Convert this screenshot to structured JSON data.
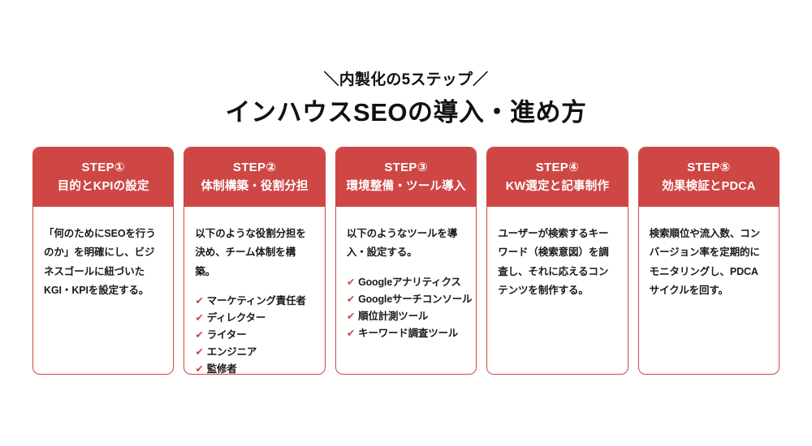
{
  "header": {
    "eyebrow": "＼内製化の5ステップ／",
    "title": "インハウスSEOの導入・進め方"
  },
  "theme": {
    "accent": "#CE4745",
    "text": "#1a1a1a",
    "background": "#ffffff",
    "header_text": "#ffffff"
  },
  "check_icon": "✔",
  "cards": [
    {
      "step": "STEP①",
      "subtitle": "目的とKPIの設定",
      "description": "「何のためにSEOを行うのか」を明確にし、ビジネスゴールに紐づいたKGI・KPIを設定する。",
      "items": []
    },
    {
      "step": "STEP②",
      "subtitle": "体制構築・役割分担",
      "description": "以下のような役割分担を決め、チーム体制を構築。",
      "items": [
        "マーケティング責任者",
        "ディレクター",
        "ライター",
        "エンジニア",
        "監修者"
      ]
    },
    {
      "step": "STEP③",
      "subtitle": "環境整備・ツール導入",
      "description": "以下のようなツールを導入・設定する。",
      "items": [
        "Googleアナリティクス",
        "Googleサーチコンソール",
        "順位計測ツール",
        "キーワード調査ツール"
      ]
    },
    {
      "step": "STEP④",
      "subtitle": "KW選定と記事制作",
      "description": "ユーザーが検索するキーワード（検索意図）を調査し、それに応えるコンテンツを制作する。",
      "items": []
    },
    {
      "step": "STEP⑤",
      "subtitle": "効果検証とPDCA",
      "description": "検索順位や流入数、コンバージョン率を定期的にモニタリングし、PDCAサイクルを回す。",
      "items": []
    }
  ]
}
